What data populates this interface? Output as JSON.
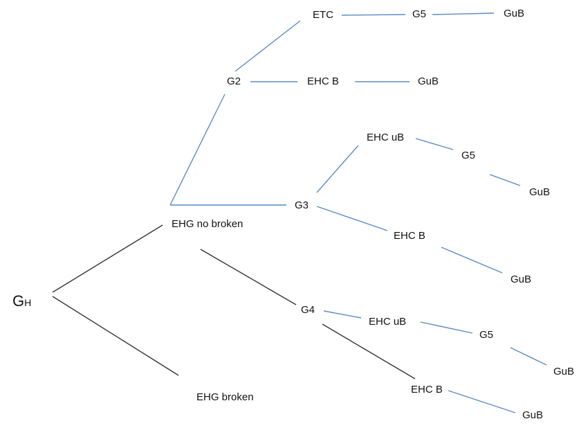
{
  "nodes": {
    "root_main": "G",
    "root_sub": "H",
    "ehg_no_broken": "EHG no broken",
    "ehg_broken": "EHG broken",
    "g2": "G2",
    "etc": "ETC",
    "g5_top": "G5",
    "gub_top": "GuB",
    "ehc_b_g2": "EHC B",
    "gub_g2": "GuB",
    "g3": "G3",
    "ehc_ub_g3": "EHC uB",
    "g5_g3": "G5",
    "gub_g3_ub": "GuB",
    "ehc_b_g3": "EHC B",
    "gub_g3_b": "GuB",
    "g4": "G4",
    "ehc_ub_g4": "EHC uB",
    "g5_g4": "G5",
    "gub_g4_ub": "GuB",
    "ehc_b_g4": "EHC B",
    "gub_g4_b": "GuB"
  },
  "colors": {
    "edge_blue": "#5b8ac6",
    "edge_black": "#333333"
  }
}
